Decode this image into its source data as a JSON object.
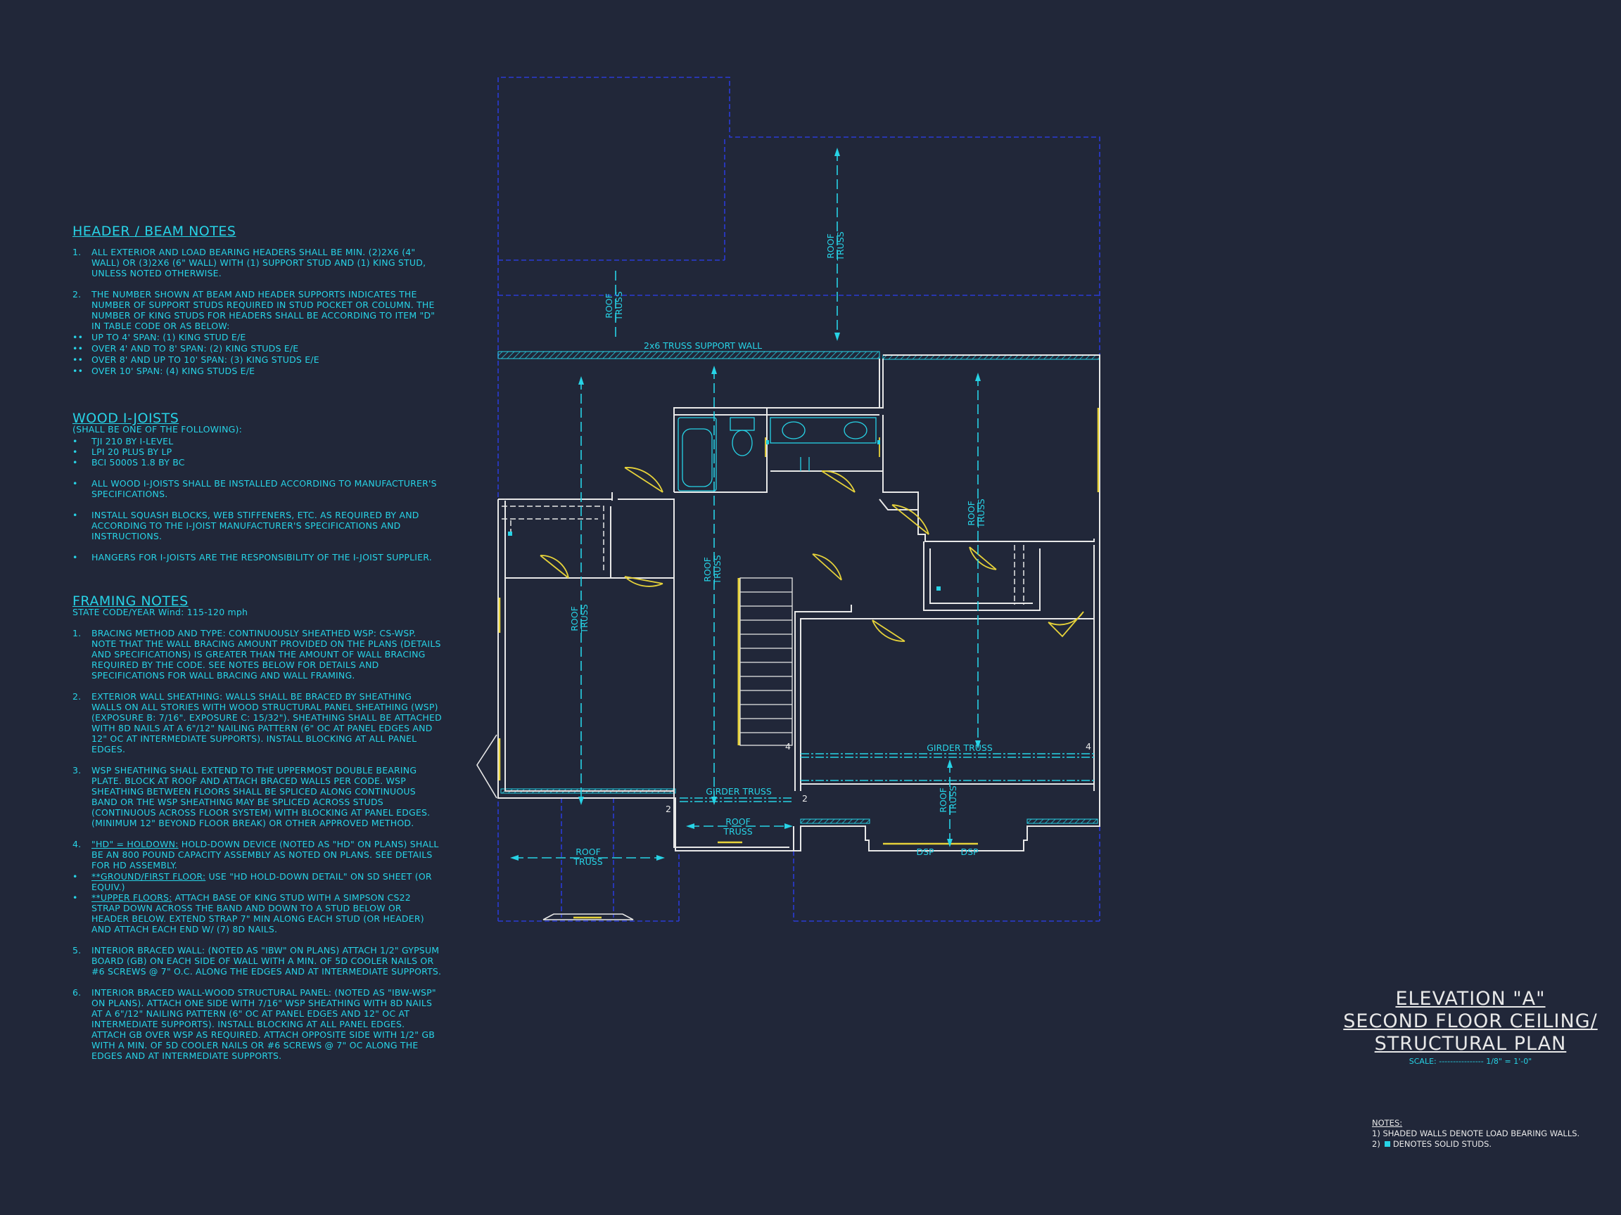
{
  "header_beam_notes": {
    "title": "HEADER / BEAM NOTES",
    "items": [
      {
        "num": "1.",
        "text": "ALL EXTERIOR AND LOAD BEARING HEADERS SHALL BE MIN. (2)2x6 (4\" WALL) OR (3)2x6 (6\" WALL) WITH (1) SUPPORT STUD AND (1) KING STUD, UNLESS NOTED OTHERWISE."
      },
      {
        "num": "2.",
        "text": "THE NUMBER SHOWN AT BEAM AND HEADER SUPPORTS INDICATES THE NUMBER OF SUPPORT STUDS REQUIRED IN STUD POCKET OR COLUMN. THE NUMBER OF KING STUDS FOR HEADERS SHALL BE ACCORDING TO ITEM \"d\" IN TABLE CODE OR AS BELOW:"
      }
    ],
    "sub_items": [
      {
        "mark": "••",
        "text": "UP TO 4' SPAN: (1) KING STUD E/E"
      },
      {
        "mark": "••",
        "text": "OVER 4' AND TO 8' SPAN: (2) KING STUDS E/E"
      },
      {
        "mark": "••",
        "text": "OVER 8' AND UP TO 10' SPAN: (3) KING STUDS E/E"
      },
      {
        "mark": "••",
        "text": "OVER 10' SPAN: (4) KING STUDS E/E"
      }
    ]
  },
  "wood_ijoists": {
    "title": "WOOD I-JOISTS",
    "subtitle": "(SHALL BE ONE OF THE FOLLOWING):",
    "list": [
      "TJI 210 BY I-LEVEL",
      "LPI 20 PLUS BY LP",
      "BCI 5000s 1.8 BY BC"
    ],
    "bullets": [
      "ALL WOOD I-JOISTS SHALL BE INSTALLED ACCORDING TO MANUFACTURER'S SPECIFICATIONS.",
      "INSTALL SQUASH BLOCKS, WEB STIFFENERS, ETC. AS REQUIRED BY AND ACCORDING TO THE I-JOIST MANUFACTURER'S SPECIFICATIONS AND INSTRUCTIONS.",
      "HANGERS FOR I-JOISTS ARE THE RESPONSIBILITY OF THE I-JOIST SUPPLIER."
    ]
  },
  "framing_notes": {
    "title": "FRAMING NOTES",
    "subtitle": "STATE CODE/YEAR Wind: 115-120 mph",
    "items": [
      {
        "num": "1.",
        "text": "BRACING METHOD AND TYPE: CONTINUOUSLY SHEATHED WSP: CS-WSP. NOTE THAT THE WALL BRACING AMOUNT PROVIDED ON THE PLANS (DETAILS AND SPECIFICATIONS) IS GREATER THAN THE AMOUNT OF WALL BRACING REQUIRED BY THE CODE. SEE NOTES BELOW FOR DETAILS AND SPECIFICATIONS FOR WALL BRACING AND WALL FRAMING."
      },
      {
        "num": "2.",
        "text": "EXTERIOR WALL SHEATHING: WALLS SHALL BE BRACED BY SHEATHING WALLS ON ALL STORIES WITH WOOD STRUCTURAL PANEL SHEATHING (WSP) (EXPOSURE B: 7/16\". EXPOSURE C: 15/32\"). SHEATHING SHALL BE ATTACHED WITH 8d NAILS AT A 6\"/12\" NAILING PATTERN (6\" OC AT PANEL EDGES AND 12\" OC AT INTERMEDIATE SUPPORTS). INSTALL BLOCKING AT ALL PANEL EDGES."
      },
      {
        "num": "3.",
        "text": "WSP SHEATHING SHALL EXTEND TO THE UPPERMOST DOUBLE BEARING PLATE. BLOCK AT ROOF AND ATTACH BRACED WALLS PER CODE. WSP SHEATHING BETWEEN FLOORS SHALL BE SPLICED ALONG CONTINUOUS BAND OR THE WSP SHEATHING MAY BE SPLICED ACROSS STUDS (CONTINUOUS ACROSS FLOOR SYSTEM) WITH BLOCKING AT PANEL EDGES. (MINIMUM 12\" BEYOND FLOOR BREAK) OR OTHER APPROVED METHOD."
      }
    ],
    "item4": {
      "num": "4.",
      "lead": "\"HD\" = HOLDOWN:",
      "text": " HOLD-DOWN DEVICE (NOTED AS \"HD\" ON PLANS) SHALL BE AN 800 POUND CAPACITY ASSEMBLY AS NOTED ON PLANS. SEE DETAILS FOR HD ASSEMBLY."
    },
    "item4_bullets": [
      {
        "mark": "•",
        "lead": "**GROUND/FIRST FLOOR:",
        "text": "  USE \"HD HOLD-DOWN DETAIL\" ON SD SHEET (OR EQUIV.)"
      },
      {
        "mark": "•",
        "lead": "**UPPER FLOORS:",
        "text": " ATTACH BASE OF KING STUD WITH A SIMPSON CS22 STRAP DOWN ACROSS THE BAND AND DOWN TO A STUD BELOW OR HEADER BELOW. EXTEND STRAP 7\" MIN ALONG EACH STUD (OR HEADER) AND ATTACH EACH END W/ (7) 8d NAILS."
      }
    ],
    "items_after": [
      {
        "num": "5.",
        "text": "INTERIOR BRACED WALL: (NOTED AS \"IBW\" ON PLANS) ATTACH 1/2\" GYPSUM BOARD (GB) ON EACH SIDE OF WALL WITH A MIN. OF 5d COOLER NAILS OR #6 SCREWS @ 7\" O.C. ALONG THE EDGES AND AT INTERMEDIATE SUPPORTS."
      },
      {
        "num": "6.",
        "text": "INTERIOR BRACED WALL-WOOD STRUCTURAL PANEL: (NOTED AS \"IBW-WSP\" ON PLANS). ATTACH ONE SIDE WITH 7/16\" WSP SHEATHING WITH 8d NAILS AT A 6\"/12\" NAILING PATTERN (6\" OC AT PANEL EDGES AND 12\" OC AT INTERMEDIATE SUPPORTS). INSTALL BLOCKING AT ALL PANEL EDGES. ATTACH GB OVER WSP AS REQUIRED. ATTACH OPPOSITE SIDE WITH 1/2\" GB WITH A MIN. OF 5d COOLER NAILS OR #6 SCREWS @ 7\" OC ALONG THE EDGES AND AT INTERMEDIATE SUPPORTS."
      }
    ]
  },
  "plan_labels": {
    "truss_support_wall": "2x6 TRUSS SUPPORT WALL",
    "roof": "ROOF",
    "truss": "TRUSS",
    "girder_truss": "GIRDER TRUSS",
    "dsp": "DSP",
    "num_2": "2",
    "num_4": "4"
  },
  "title_block": {
    "line1": "ELEVATION \"A\"",
    "line2": "SECOND FLOOR CEILING/",
    "line3": "STRUCTURAL PLAN",
    "scale": "SCALE: ---------------- 1/8\" = 1'-0\""
  },
  "bottom_notes": {
    "heading": "NOTES:",
    "note1": "1) SHADED WALLS DENOTE LOAD BEARING WALLS.",
    "note2_num": "2)",
    "note2": "DENOTES SOLID STUDS."
  },
  "colors": {
    "background": "#212739",
    "cyan": "#27d3e6",
    "walls": "#e8e8e8",
    "dashed_outline": "#2a3bd6",
    "yellow": "#e6d23a"
  }
}
